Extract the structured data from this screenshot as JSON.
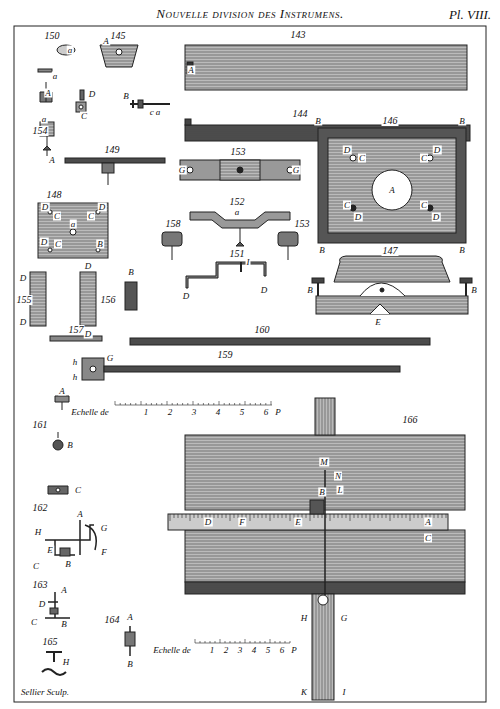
{
  "diagram": {
    "title": "Nouvelle division des Instrumens.",
    "labels": [
      "Pl. VIII.",
      "150",
      "a",
      "a",
      "145",
      "A",
      "143",
      "A",
      "D",
      "A",
      "C",
      "B",
      "c a",
      "144",
      "a",
      "154",
      "A",
      "149",
      "153",
      "G",
      "G",
      "B",
      "B",
      "146",
      "D",
      "C",
      "D",
      "C",
      "A",
      "C",
      "D",
      "C",
      "D",
      "B",
      "B",
      "148",
      "D",
      "C",
      "a",
      "D",
      "C",
      "D",
      "C",
      "B",
      "152",
      "a",
      "A",
      "158",
      "153",
      "151",
      "I",
      "D",
      "D",
      "147",
      "B",
      "B",
      "E",
      "155",
      "D",
      "D",
      "156",
      "D",
      "D",
      "B",
      "157",
      "160",
      "159",
      "G",
      "h",
      "h",
      "A",
      "Echelle de",
      "1",
      "2",
      "3",
      "4",
      "5",
      "6",
      "P",
      "161",
      "166",
      "B",
      "C",
      "162",
      "H",
      "A",
      "G",
      "F",
      "E",
      "B",
      "C",
      "163",
      "A",
      "D",
      "B",
      "C",
      "165",
      "H",
      "164",
      "A",
      "B",
      "Echelle de",
      "1",
      "2",
      "3",
      "4",
      "5",
      "6",
      "P",
      "M",
      "N",
      "L",
      "D",
      "F",
      "E",
      "B",
      "A",
      "C",
      "H",
      "G",
      "K",
      "I",
      "Sellier Sculp."
    ]
  }
}
